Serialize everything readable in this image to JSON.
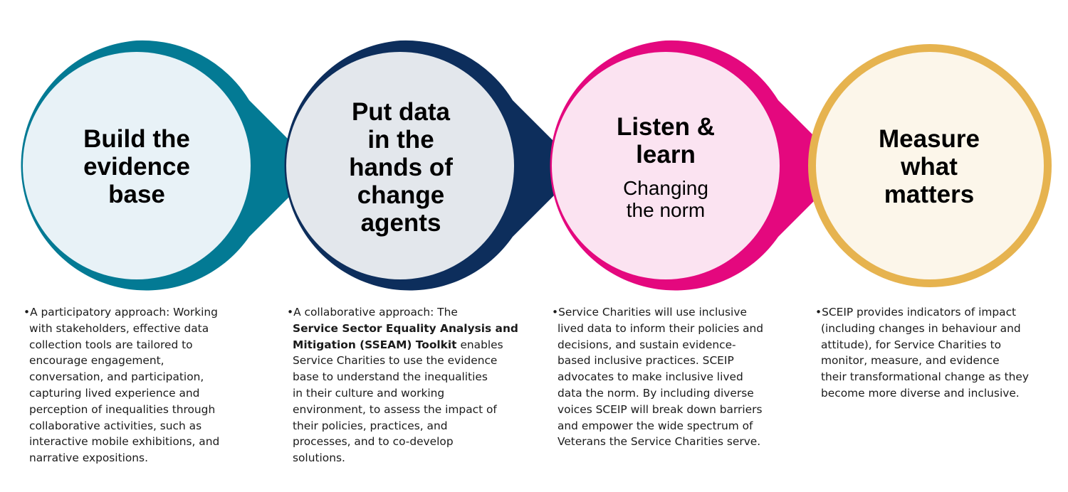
{
  "colors": {
    "teal": "#037A94",
    "teal_fill": "#E8F2F7",
    "navy": "#0D2E5C",
    "navy_fill": "#E3E7EC",
    "magenta": "#E4087E",
    "magenta_fill": "#FBE3F1",
    "gold": "#E6B34F",
    "gold_fill": "#FCF6EA"
  },
  "stages": [
    {
      "title": [
        "Build the",
        "evidence",
        "base"
      ],
      "description": [
        "•A participatory approach: Working",
        "with stakeholders, effective data",
        "collection tools are tailored to",
        "encourage engagement,",
        "conversation, and participation,",
        "capturing lived experience and",
        "perception of inequalities through",
        "collaborative activities, such as",
        "interactive mobile exhibitions, and",
        "narrative expositions."
      ]
    },
    {
      "title": [
        "Put data",
        "in the",
        "hands of",
        "change",
        "agents"
      ],
      "description_intro": "•A collaborative approach: The",
      "description_bold": [
        "Service Sector Equality Analysis and",
        "Mitigation (SSEAM) Toolkit"
      ],
      "description_after_bold": " enables",
      "description": [
        "Service Charities to use the evidence",
        "base to understand the inequalities",
        "in their culture and working",
        "environment, to assess the impact of",
        "their policies, practices, and",
        "processes, and to co-develop",
        "solutions."
      ]
    },
    {
      "title": [
        "Listen &",
        "learn"
      ],
      "subtitle": [
        "Changing",
        "the norm"
      ],
      "description": [
        "•Service Charities will use inclusive",
        "lived data to inform their policies and",
        "decisions, and sustain evidence-",
        "based inclusive practices. SCEIP",
        "advocates to make inclusive lived",
        "data the norm. By including diverse",
        "voices SCEIP will break down barriers",
        "and empower the wide spectrum of",
        "Veterans the Service Charities serve."
      ]
    },
    {
      "title": [
        "Measure",
        "what",
        "matters"
      ],
      "description": [
        "•SCEIP provides indicators of impact",
        "(including changes in behaviour and",
        "attitude), for Service Charities to",
        "monitor, measure, and evidence",
        "their transformational change as they",
        "become more diverse and inclusive."
      ]
    }
  ]
}
